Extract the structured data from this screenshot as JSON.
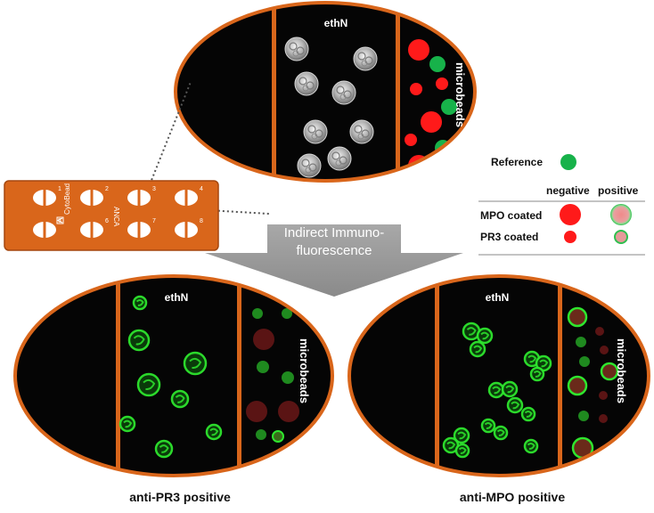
{
  "colors": {
    "orange": "#d9661b",
    "orange_dark": "#a5470f",
    "black": "#050505",
    "bead_red": "#ff1a1a",
    "bead_green": "#17b24a",
    "fluor_green": "#2ee62e",
    "arrow_gray": "#9a9a9a"
  },
  "top_panel": {
    "cells_label": "ethN",
    "beads_label": "microbeads"
  },
  "slide": {
    "brand": "CytoBead",
    "product": "ANCA",
    "wells": [
      "1",
      "2",
      "3",
      "4",
      "5",
      "6",
      "7",
      "8"
    ]
  },
  "arrow_text": {
    "line1": "Indirect Immuno-",
    "line2": "fluorescence"
  },
  "legend": {
    "reference_label": "Reference",
    "negative_label": "negative",
    "positive_label": "positive",
    "mpo_label": "MPO coated",
    "pr3_label": "PR3  coated"
  },
  "bottom_left": {
    "cells_label": "ethN",
    "beads_label": "microbeads",
    "caption": "anti-PR3 positive"
  },
  "bottom_right": {
    "cells_label": "ethN",
    "beads_label": "microbeads",
    "caption": "anti-MPO positive"
  }
}
